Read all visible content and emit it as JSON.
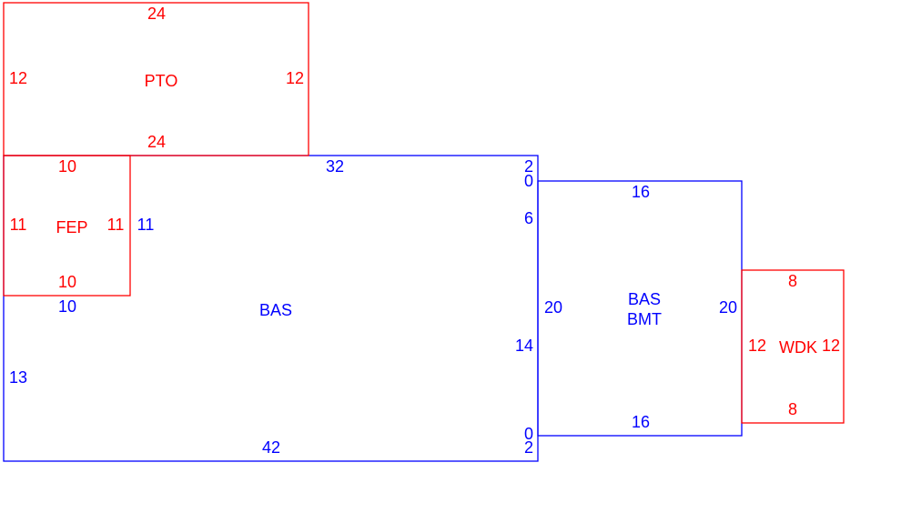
{
  "colors": {
    "addition": "#ff0000",
    "main": "#0000ff"
  },
  "pto": {
    "label": "PTO",
    "top": "24",
    "bottom": "24",
    "left": "12",
    "right": "12"
  },
  "fep": {
    "label": "FEP",
    "top": "10",
    "bottom": "10",
    "left": "11",
    "right": "11"
  },
  "bas": {
    "label": "BAS",
    "top": "32",
    "bottom": "42",
    "left_upper": "11",
    "left_mid": "10",
    "left": "13",
    "right_top_a": "2",
    "right_top_b": "0",
    "right_upper": "6",
    "right_lower": "14",
    "right_bot_a": "0",
    "right_bot_b": "2"
  },
  "bmt": {
    "label_1": "BAS",
    "label_2": "BMT",
    "top": "16",
    "bottom": "16",
    "left": "20",
    "right": "20"
  },
  "wdk": {
    "label": "WDK",
    "top": "8",
    "bottom": "8",
    "left": "12",
    "right": "12"
  }
}
